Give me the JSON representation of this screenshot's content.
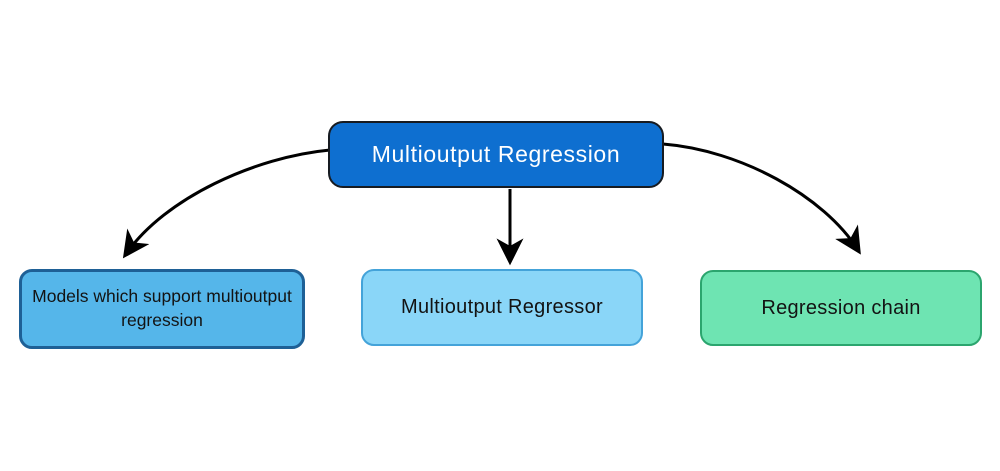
{
  "diagram": {
    "background": "#ffffff",
    "arrow_color": "#000000",
    "root": {
      "label": "Multioutput Regression",
      "bg": "#0e6fd0",
      "border": "#171b21",
      "text_color": "#ffffff"
    },
    "children": [
      {
        "label": "Models which support multioutput regression",
        "bg": "#55b6ea",
        "border": "#1e6096",
        "text_color": "#131313"
      },
      {
        "label": "Multioutput Regressor",
        "bg": "#8ad6f8",
        "border": "#44a3d9",
        "text_color": "#131313"
      },
      {
        "label": "Regression chain",
        "bg": "#6ee4b2",
        "border": "#2ba56e",
        "text_color": "#131313"
      }
    ]
  }
}
